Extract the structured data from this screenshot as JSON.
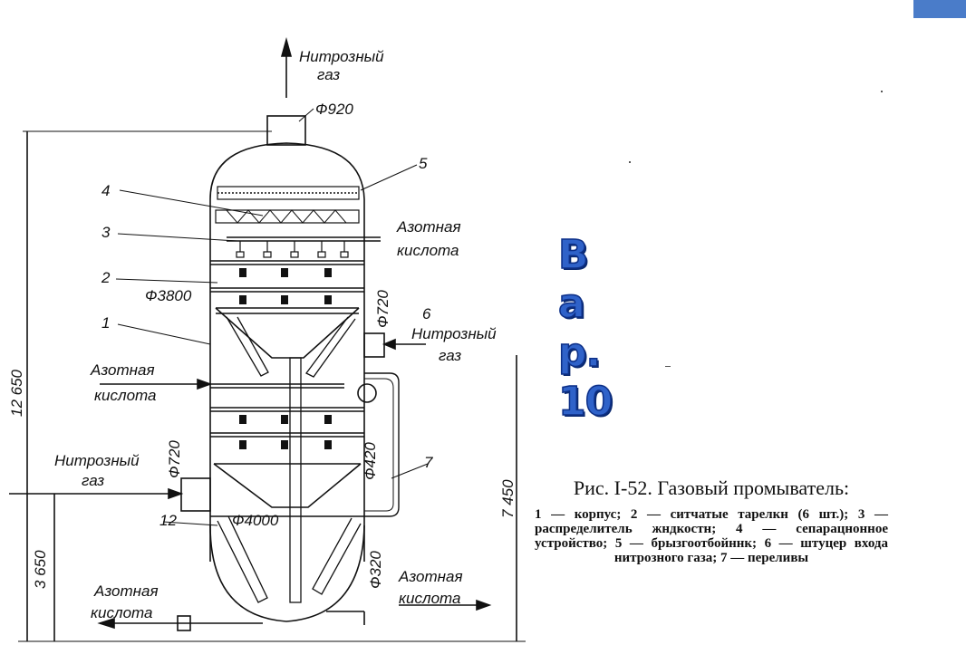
{
  "colors": {
    "accent_box": "#4a7cc9",
    "big_letters": "#2f62c9",
    "ink": "#111111"
  },
  "big_letters": [
    "В",
    "а",
    "р.",
    "10"
  ],
  "caption": {
    "title": "Рис. I-52. Газовый промыватель:",
    "legend": "1 — корпус; 2 — ситчатые тарелкн (6 шт.); 3 — распределитель жндкостн; 4 — сепарацнонное устройство; 5 — брызгоотбойннк; 6 — штуцер входа нитрозного газа; 7 — переливы"
  },
  "diagram": {
    "top_gas_1": "Нитрозный",
    "top_gas_2": "газ",
    "dia_top": "Ф920",
    "dia_body": "Ф3800",
    "dia_lower": "Ф4000",
    "dia_side_720": "Ф720",
    "dia_side_720b": "Ф720",
    "dia_side_420": "Ф420",
    "dia_bottom_320": "Ф320",
    "acid_in_top_1": "Азотная",
    "acid_in_top_2": "кислота",
    "acid_in_mid_1": "Азотная",
    "acid_in_mid_2": "кислота",
    "gas_out_right_1": "Нитрозный",
    "gas_out_right_2": "газ",
    "gas_in_left_1": "Нитрозный",
    "gas_in_left_2": "газ",
    "acid_out_left_1": "Азотная",
    "acid_out_left_2": "кислота",
    "acid_out_right_1": "Азотная",
    "acid_out_right_2": "кислота",
    "height_total": "12 650",
    "height_lower": "3 650",
    "height_mid": "7 450",
    "n1": "1",
    "n2": "2",
    "n3": "3",
    "n4": "4",
    "n5": "5",
    "n6": "6",
    "n7": "7",
    "n12": "12"
  }
}
